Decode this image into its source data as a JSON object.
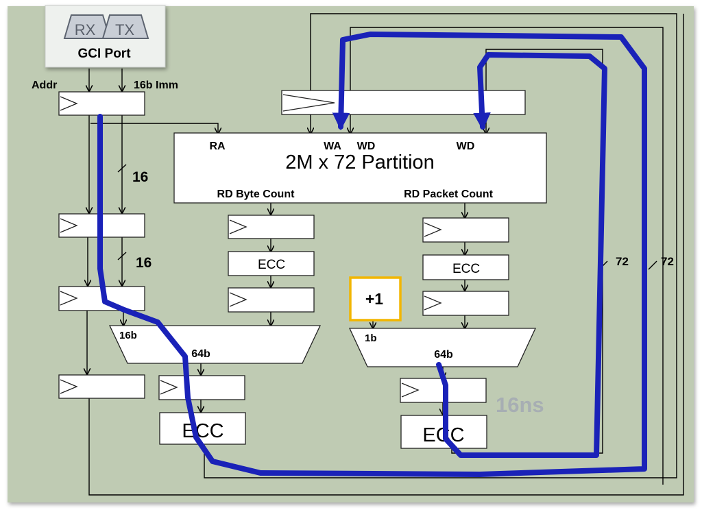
{
  "port": {
    "rx": "RX",
    "tx": "TX",
    "name": "GCI Port"
  },
  "labels": {
    "addr": "Addr",
    "imm": "16b Imm",
    "bus16_a": "16",
    "bus16_b": "16",
    "bus72_a": "72",
    "bus72_b": "72",
    "ra": "RA",
    "wa": "WA",
    "wd1": "WD",
    "wd2": "WD",
    "rd_byte": "RD Byte Count",
    "rd_packet": "RD Packet Count",
    "mux_left_in": "16b",
    "mux_left_out": "64b",
    "mux_right_in": "1b",
    "mux_right_out": "64b",
    "plus_one": "+1",
    "latency": "16ns"
  },
  "memory": {
    "title": "2M x 72 Partition"
  },
  "ecc": {
    "byte": "ECC",
    "packet": "ECC",
    "left_out": "ECC",
    "right_out": "ECC"
  },
  "colors": {
    "background": "#bfcbb3",
    "path": "#1a22b8",
    "highlight": "#f2b600",
    "latency_text": "#a7aeb3"
  }
}
